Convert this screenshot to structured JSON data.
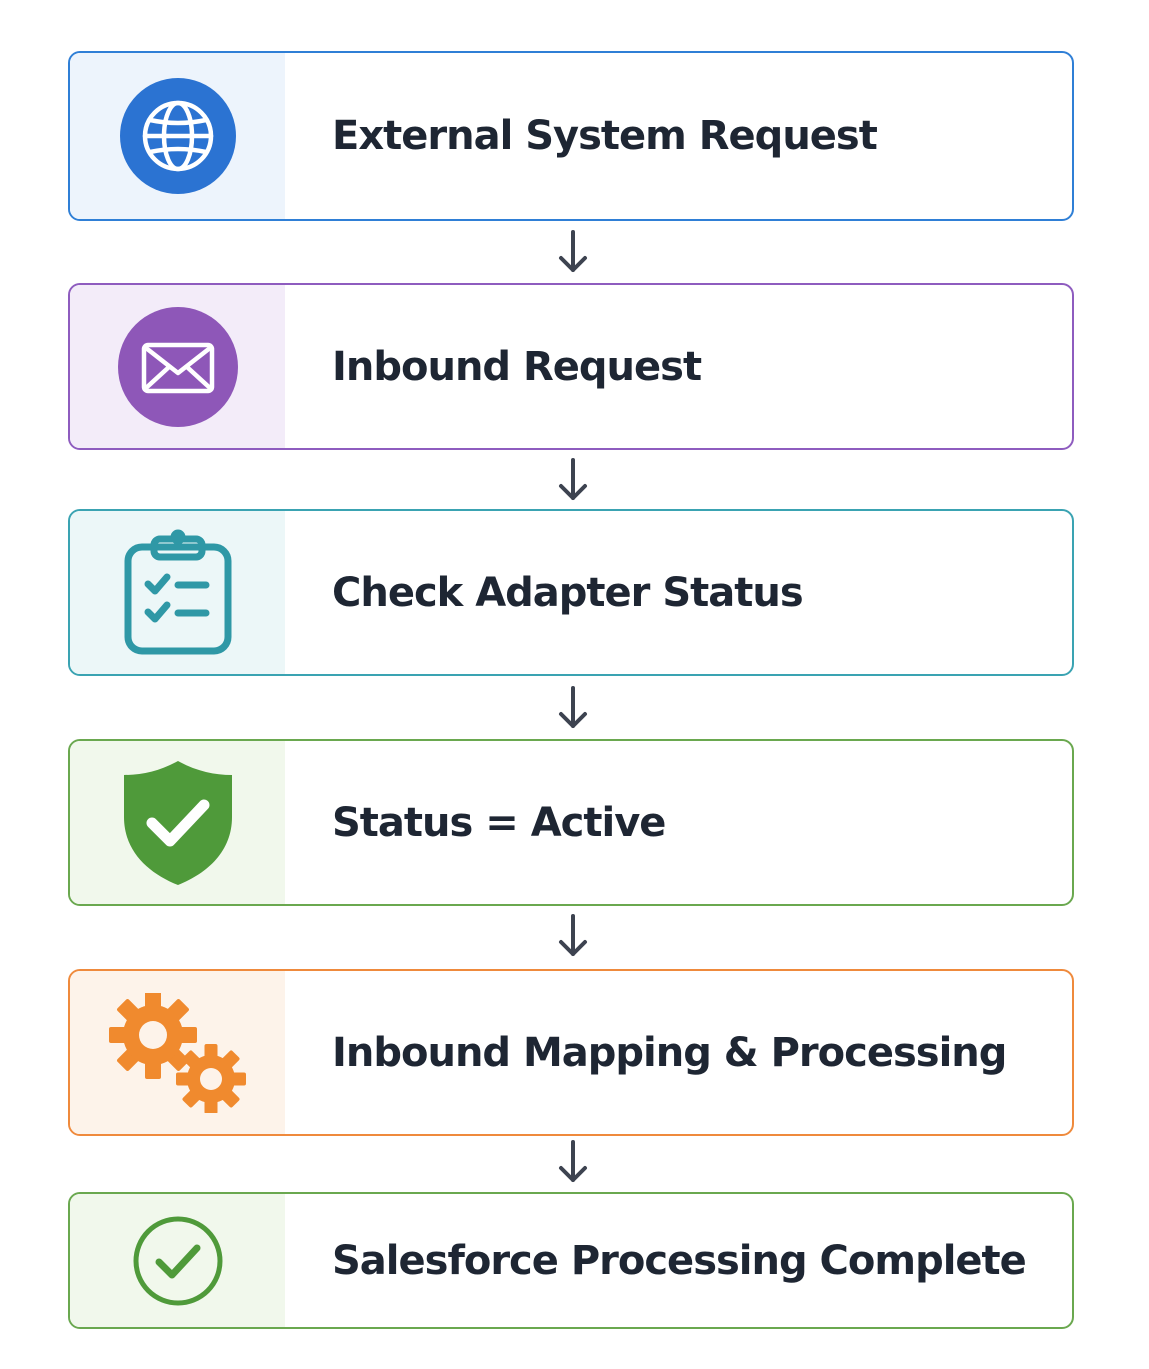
{
  "diagram": {
    "steps": [
      {
        "label": "External System Request",
        "icon": "globe-icon",
        "border_color": "#2f7fd6",
        "panel_color": "#edf4fc",
        "icon_color": "#2b73d2"
      },
      {
        "label": "Inbound Request",
        "icon": "envelope-icon",
        "border_color": "#8e5cbf",
        "panel_color": "#f3ecf9",
        "icon_color": "#8e57b8"
      },
      {
        "label": "Check Adapter Status",
        "icon": "clipboard-checklist-icon",
        "border_color": "#3aa3b2",
        "panel_color": "#ecf7f8",
        "icon_color": "#2f98a6"
      },
      {
        "label": "Status = Active",
        "icon": "shield-check-icon",
        "border_color": "#6aa84f",
        "panel_color": "#f1f8ec",
        "icon_color": "#4f9a3a"
      },
      {
        "label": "Inbound Mapping & Processing",
        "icon": "gears-icon",
        "border_color": "#ef8a3c",
        "panel_color": "#fdf3ea",
        "icon_color": "#f08a2e"
      },
      {
        "label": "Salesforce Processing Complete",
        "icon": "check-circle-icon",
        "border_color": "#6aa84f",
        "panel_color": "#f1f8ec",
        "icon_color": "#4f9a3a"
      }
    ],
    "connector_color": "#3d4350",
    "text_color": "#1e2633"
  }
}
